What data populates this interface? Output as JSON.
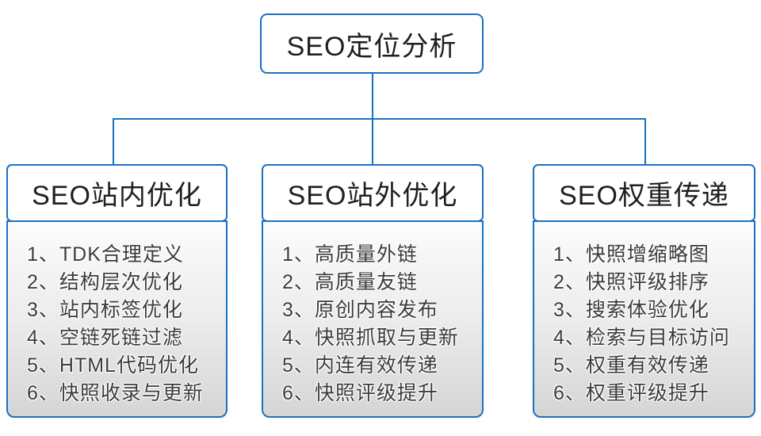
{
  "root": {
    "label": "SEO定位分析"
  },
  "columns": [
    {
      "title": "SEO站内优化",
      "items": [
        "1、TDK合理定义",
        "2、结构层次优化",
        "3、站内标签优化",
        "4、空链死链过滤",
        "5、HTML代码优化",
        "6、快照收录与更新"
      ]
    },
    {
      "title": "SEO站外优化",
      "items": [
        "1、高质量外链",
        "2、高质量友链",
        "3、原创内容发布",
        "4、快照抓取与更新",
        "5、内连有效传递",
        "6、快照评级提升"
      ]
    },
    {
      "title": "SEO权重传递",
      "items": [
        "1、快照增缩略图",
        "2、快照评级排序",
        "3、搜索体验优化",
        "4、检索与目标访问",
        "5、权重有效传递",
        "6、权重评级提升"
      ]
    }
  ],
  "colors": {
    "accent": "#1b70c4",
    "header_text": "#1f1f1f",
    "item_text": "#3b3b3b"
  }
}
